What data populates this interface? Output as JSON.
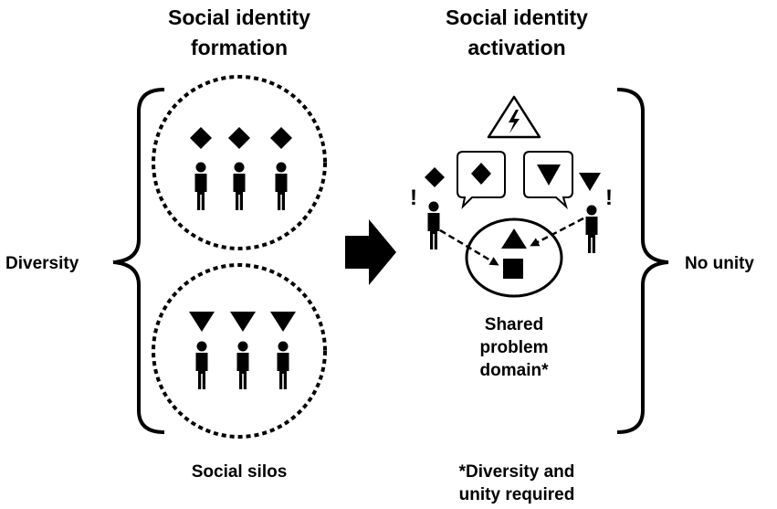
{
  "headings": {
    "formation": [
      "Social identity",
      "formation"
    ],
    "activation": [
      "Social identity",
      "activation"
    ]
  },
  "side_labels": {
    "left": "Diversity",
    "right": "No unity"
  },
  "captions": {
    "silos": "Social silos",
    "shared": [
      "Shared",
      "problem",
      "domain*"
    ],
    "footnote": [
      "*Diversity and",
      "unity required"
    ]
  },
  "marks": {
    "exclaim": "!"
  },
  "icons": [
    "diamond-icon",
    "triangle-down-icon",
    "person-icon",
    "warning-lightning-icon",
    "speech-bubble-icon",
    "triangle-up-icon",
    "square-icon",
    "arrow-right-icon",
    "brace-icon"
  ]
}
